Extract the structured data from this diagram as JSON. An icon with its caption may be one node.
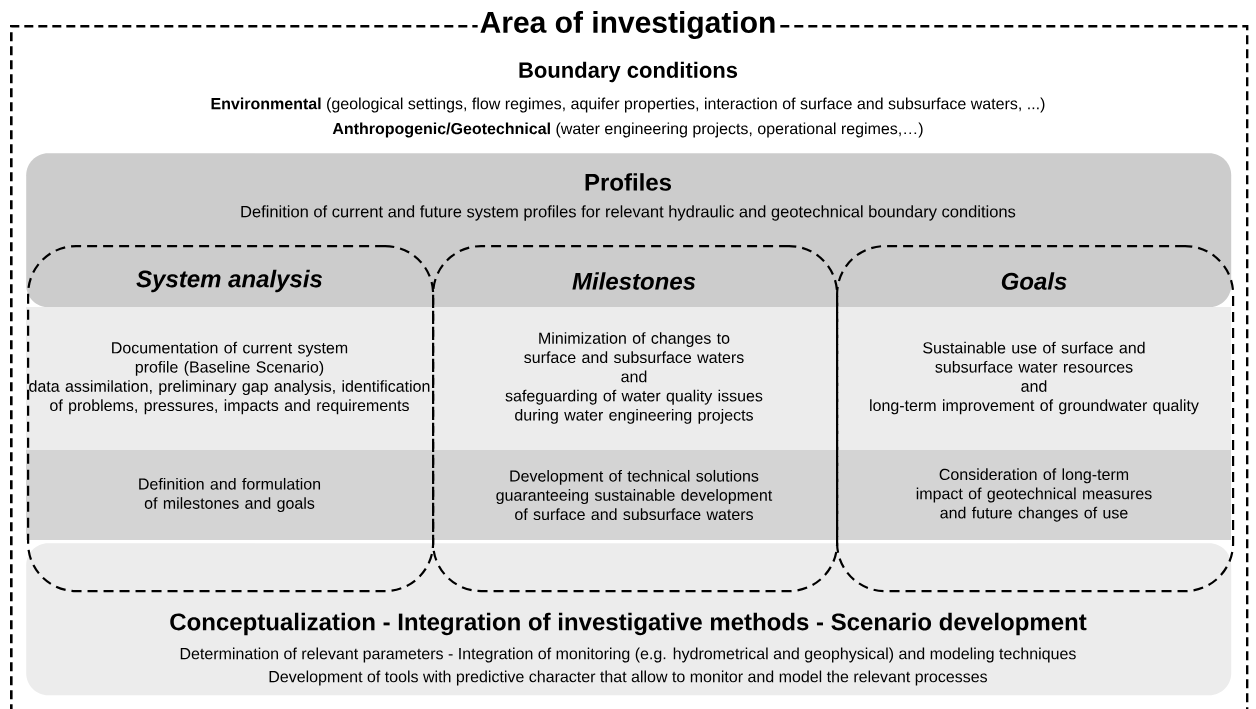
{
  "diagram": {
    "nodes": [
      {
        "text": [
          "Area of investigation",
          "Boundary conditions",
          "**Environmental** (geological settings, flow regimes, aquifer properties, interaction of surface and subsurface waters, ...)",
          "**Anthropogenic/Geotechnical** (water engineering projects, operational regimes,…)"
        ]
      },
      {
        "text": [
          "Profiles",
          "Definition of current and future system profiles for relevant hydraulic and geotechnical boundary conditions"
        ],
        "in": 0
      },
      {
        "text": [
          "System analysis",
          "Documentation of current system profile (Baseline Scenario)",
          "data assimilation, preliminary gap analysis, identification of problems, pressures, impacts and requirements",
          "Definition and formulation of milestones and goals"
        ],
        "in": 0
      },
      {
        "text": [
          "Milestones",
          "Minimization of changes to surface and subsurface waters",
          "and",
          "safeguarding of water quality issues during water engineering projects",
          "Development of technical solutions guaranteeing sustainable development of surface and subsurface waters"
        ],
        "in": 0
      },
      {
        "text": [
          "Goals",
          "Sustainable use of surface and subsurface water resources",
          "and",
          "long-term improvement of groundwater quality",
          "Consideration of long-term impact of geotechnical measures and future changes of use"
        ],
        "in": 0
      },
      {
        "text": [
          "Conceptualization - Integration of investigative methods - Scenario development",
          "Determination of relevant parameters - Integration of monitoring (e.g. hydrometrical and geophysical) and modeling techniques",
          "Development of tools with predictive character that allow to monitor and model the relevant processes"
        ],
        "in": 0
      }
    ]
  }
}
